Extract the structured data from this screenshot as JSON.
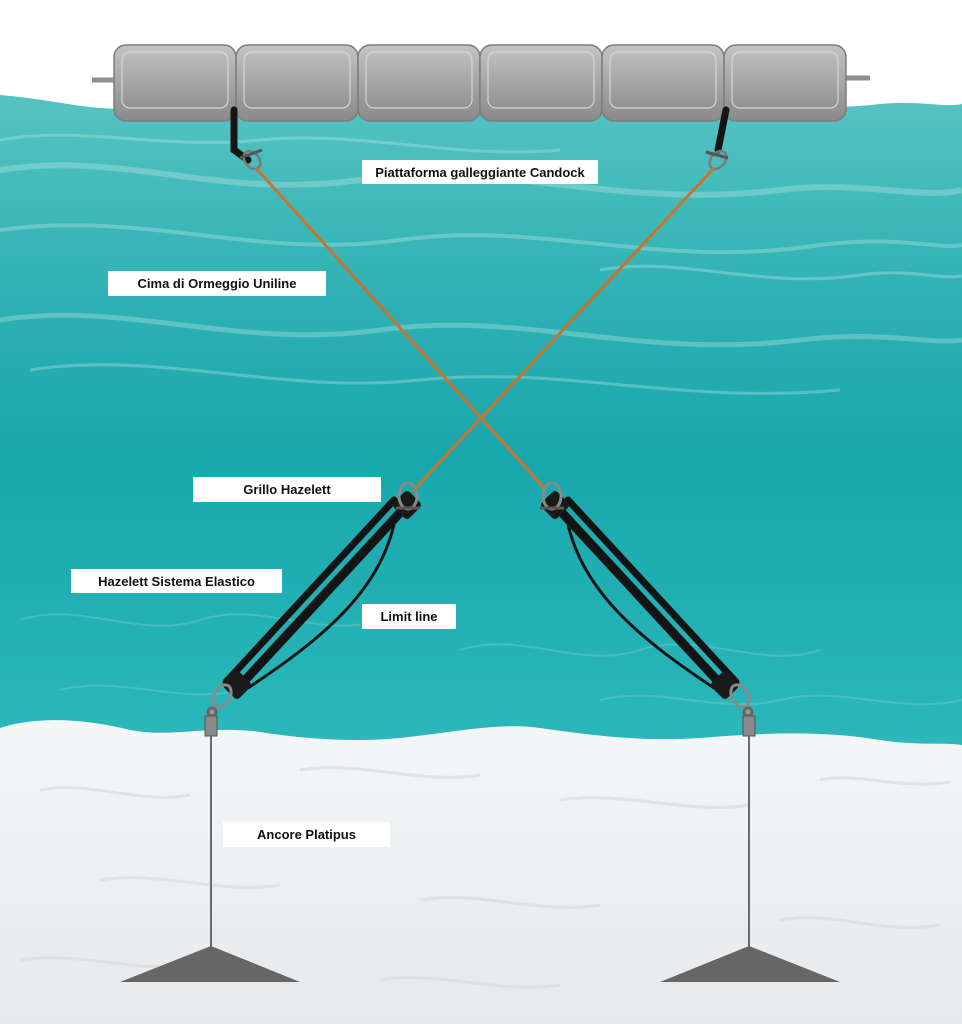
{
  "labels": {
    "platform": "Piattaforma galleggiante Candock",
    "mooring_line": "Cima di Ormeggio Uniline",
    "shackle": "Grillo Hazelett",
    "elastic_system": "Hazelett Sistema Elastico",
    "limit_line": "Limit line",
    "anchors": "Ancore Platipus"
  },
  "colors": {
    "water_top": "#3fb6b6",
    "water_bottom": "#18a8ac",
    "sand": "#eef1f3",
    "platform": "#9d9d9d",
    "mooring_line": "#c8742c",
    "elastic": "#141414",
    "anchor": "#6a6a6a"
  },
  "platform": {
    "float_modules": 6
  }
}
